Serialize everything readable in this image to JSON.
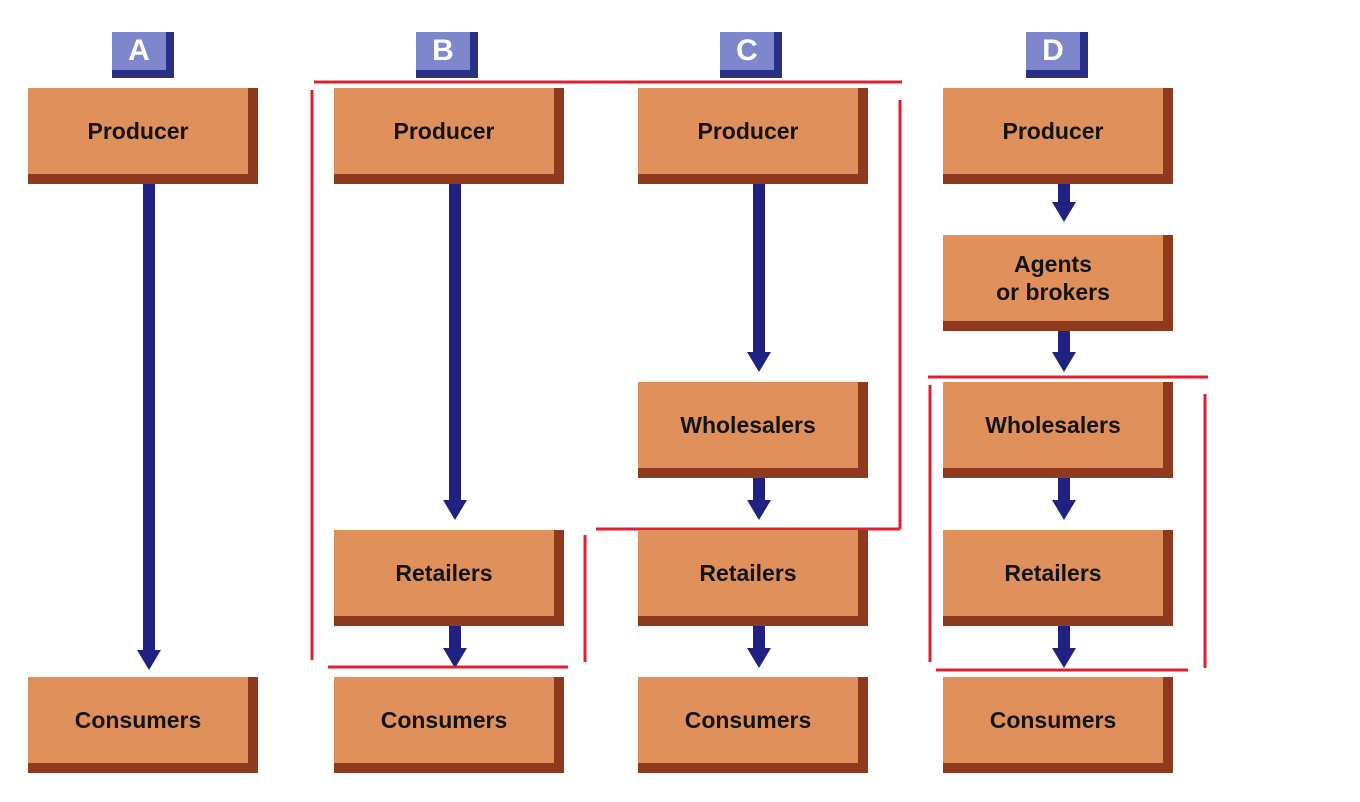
{
  "colors": {
    "block_face": "#e0905a",
    "block_shadow": "#8f3a1f",
    "arrow": "#1f2280",
    "badge": "#7e86cc",
    "bracket": "#e02030"
  },
  "channels": [
    {
      "letter": "A",
      "nodes": [
        "Producer",
        "Consumers"
      ]
    },
    {
      "letter": "B",
      "nodes": [
        "Producer",
        "Retailers",
        "Consumers"
      ]
    },
    {
      "letter": "C",
      "nodes": [
        "Producer",
        "Wholesalers",
        "Retailers",
        "Consumers"
      ]
    },
    {
      "letter": "D",
      "nodes": [
        "Producer",
        "Agents\nor brokers",
        "Wholesalers",
        "Retailers",
        "Consumers"
      ]
    }
  ]
}
